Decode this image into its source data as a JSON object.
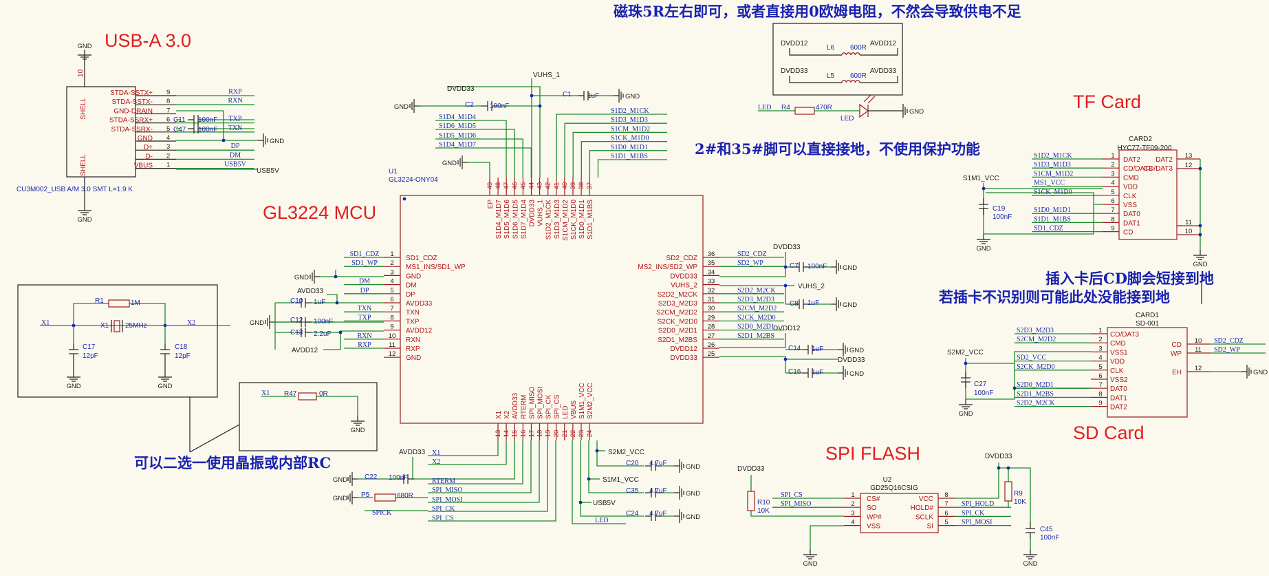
{
  "titles": {
    "usb": "USB-A 3.0",
    "mcu": "GL3224 MCU",
    "tf": "TF Card",
    "sd": "SD Card",
    "spi": "SPI FLASH"
  },
  "notes": {
    "bead": "磁珠5R左右即可，或者直接用0欧姆电阻，不然会导致供电不足",
    "pins": "2#和35#脚可以直接接地，不使用保护功能",
    "cd1": "插入卡后CD脚会短接到地",
    "cd2": "若插卡不识别则可能此处没能接到地",
    "xtal": "可以二选一使用晶振或内部RC"
  },
  "usb": {
    "footprint": "CU3M002_USB A/M 3.0 SMT L=1.9 K",
    "pins": [
      {
        "num": "9",
        "name": "STDA-SSTX+",
        "net": "RXP"
      },
      {
        "num": "8",
        "name": "STDA-SSTX-",
        "net": "RXN"
      },
      {
        "num": "7",
        "name": "GND-DRAIN",
        "net": ""
      },
      {
        "num": "6",
        "name": "STDA-SSRX+",
        "net": "TXP"
      },
      {
        "num": "5",
        "name": "STDA-SSRX-",
        "net": "TXN"
      },
      {
        "num": "4",
        "name": "GND",
        "net": ""
      },
      {
        "num": "3",
        "name": "D+",
        "net": "DP"
      },
      {
        "num": "2",
        "name": "D-",
        "net": "DM"
      },
      {
        "num": "1",
        "name": "VBUS",
        "net": "USB5V"
      }
    ],
    "shell": "SHELL",
    "pin10": "10",
    "gnd": "GND",
    "caps": [
      {
        "ref": "C11",
        "val": "100nF"
      },
      {
        "ref": "C47",
        "val": "100nF"
      }
    ]
  },
  "u1": {
    "ref": "U1",
    "part": "GL3224-ONY04",
    "left": [
      {
        "num": "1",
        "name": "SD1_CDZ",
        "net": "SD1_CDZ"
      },
      {
        "num": "2",
        "name": "MS1_INS/SD1_WP",
        "net": "SD1_WP"
      },
      {
        "num": "3",
        "name": "GND",
        "net": ""
      },
      {
        "num": "4",
        "name": "DM",
        "net": "DM"
      },
      {
        "num": "5",
        "name": "DP",
        "net": "DP"
      },
      {
        "num": "6",
        "name": "AVDD33",
        "net": ""
      },
      {
        "num": "7",
        "name": "TXN",
        "net": "TXN"
      },
      {
        "num": "8",
        "name": "TXP",
        "net": "TXP"
      },
      {
        "num": "9",
        "name": "AVDD12",
        "net": ""
      },
      {
        "num": "10",
        "name": "RXN",
        "net": "RXN"
      },
      {
        "num": "11",
        "name": "RXP",
        "net": "RXP"
      },
      {
        "num": "12",
        "name": "GND",
        "net": ""
      }
    ],
    "right": [
      {
        "num": "36",
        "name": "SD2_CDZ",
        "net": "SD2_CDZ"
      },
      {
        "num": "35",
        "name": "MS2_INS/SD2_WP",
        "net": "SD2_WP"
      },
      {
        "num": "34",
        "name": "DVDD33",
        "net": ""
      },
      {
        "num": "33",
        "name": "VUHS_2",
        "net": ""
      },
      {
        "num": "32",
        "name": "S2D2_M2CK",
        "net": "S2D2_M2CK"
      },
      {
        "num": "31",
        "name": "S2D3_M2D3",
        "net": "S2D3_M2D3"
      },
      {
        "num": "30",
        "name": "S2CM_M2D2",
        "net": "S2CM_M2D2"
      },
      {
        "num": "29",
        "name": "S2CK_M2D0",
        "net": "S2CK_M2D0"
      },
      {
        "num": "28",
        "name": "S2D0_M2D1",
        "net": "S2D0_M2D1"
      },
      {
        "num": "27",
        "name": "S2D1_M2BS",
        "net": "S2D1_M2BS"
      },
      {
        "num": "26",
        "name": "DVDD12",
        "net": ""
      },
      {
        "num": "25",
        "name": "DVDD33",
        "net": ""
      }
    ],
    "top": [
      {
        "num": "49",
        "name": "EP"
      },
      {
        "num": "48",
        "name": "S1D4_M1D7"
      },
      {
        "num": "47",
        "name": "S1D5_M1D6"
      },
      {
        "num": "46",
        "name": "S1D6_M1D5"
      },
      {
        "num": "45",
        "name": "S1D7_M1D4"
      },
      {
        "num": "44",
        "name": "DVDD33"
      },
      {
        "num": "43",
        "name": "VUHS_1"
      },
      {
        "num": "42",
        "name": "S1D2_M1CK"
      },
      {
        "num": "41",
        "name": "S1D3_M1D3"
      },
      {
        "num": "40",
        "name": "S1CM_M1D2"
      },
      {
        "num": "39",
        "name": "S1CK_M1D0"
      },
      {
        "num": "38",
        "name": "S1D0_M1D1"
      },
      {
        "num": "37",
        "name": "S1D1_M1BS"
      }
    ],
    "bottom": [
      {
        "num": "13",
        "name": "X1"
      },
      {
        "num": "14",
        "name": "X2"
      },
      {
        "num": "15",
        "name": "AVDD33"
      },
      {
        "num": "16",
        "name": "RTERM"
      },
      {
        "num": "17",
        "name": "SPI_MISO"
      },
      {
        "num": "18",
        "name": "SPI_MOSI"
      },
      {
        "num": "19",
        "name": "SPI_CK"
      },
      {
        "num": "20",
        "name": "SPI_CS"
      },
      {
        "num": "21",
        "name": "LED"
      },
      {
        "num": "22",
        "name": "VBUS"
      },
      {
        "num": "23",
        "name": "S1M1_VCC"
      },
      {
        "num": "24",
        "name": "S2M2_VCC"
      }
    ],
    "topnets_left": [
      "S1D4_M1D4",
      "S1D6_M1D5",
      "S1D5_M1D6",
      "S1D4_M1D7"
    ],
    "topnets_right": [
      "S1D2_M1CK",
      "S1D3_M1D3",
      "S1CM_M1D2",
      "S1CK_M1D0",
      "S1D0_M1D1",
      "S1D1_M1BS"
    ],
    "bottomnets": [
      "X1",
      "X2",
      "RTERM",
      "SPI_MISO",
      "SPI_MOSI",
      "SPI_CK",
      "SPI_CS",
      "LED"
    ]
  },
  "parts": {
    "C1": {
      "ref": "C1",
      "val": "1uF"
    },
    "C2": {
      "ref": "C2",
      "val": "100nF"
    },
    "C10": {
      "ref": "C10",
      "val": "1uF"
    },
    "C12": {
      "ref": "C12",
      "val": "100nF"
    },
    "C13": {
      "ref": "C13",
      "val": "2.2uF"
    },
    "C7": {
      "ref": "C7",
      "val": "100nF"
    },
    "C8": {
      "ref": "C8",
      "val": "1uF"
    },
    "C14": {
      "ref": "C14",
      "val": "1uF"
    },
    "C16": {
      "ref": "C16",
      "val": "1uF"
    },
    "C20": {
      "ref": "C20",
      "val": "4.7uF"
    },
    "C35": {
      "ref": "C35",
      "val": "4.7uF"
    },
    "C24": {
      "ref": "C24",
      "val": "4.7uF"
    },
    "C22": {
      "ref": "C22",
      "val": "100nF"
    },
    "P5": {
      "ref": "P5",
      "val": "680R"
    },
    "R1": {
      "ref": "R1",
      "val": "1M"
    },
    "X1": {
      "ref": "X1",
      "val": "25MHz"
    },
    "C17": {
      "ref": "C17",
      "val": "12pF"
    },
    "C18": {
      "ref": "C18",
      "val": "12pF"
    },
    "R47": {
      "ref": "R47",
      "val": "0R"
    },
    "L6": {
      "ref": "L6",
      "val": "600R"
    },
    "L5": {
      "ref": "L5",
      "val": "600R"
    },
    "R4": {
      "ref": "R4",
      "val": "470R"
    },
    "LED": {
      "ref": "LED"
    },
    "C19": {
      "ref": "C19",
      "val": "100nF"
    },
    "C27": {
      "ref": "C27",
      "val": "100nF"
    },
    "R10": {
      "ref": "R10",
      "val": "10K"
    },
    "R9": {
      "ref": "R9",
      "val": "10K"
    },
    "C45": {
      "ref": "C45",
      "val": "100nF"
    }
  },
  "nets": {
    "gnd": "GND",
    "dvdd33": "DVDD33",
    "dvdd12": "DVDD12",
    "avdd33": "AVDD33",
    "avdd12": "AVDD12",
    "vuhs1": "VUHS_1",
    "vuhs2": "VUHS_2",
    "s1m1": "S1M1_VCC",
    "s2m2": "S2M2_VCC",
    "usb5v": "USB5V",
    "spick": "SPICK",
    "led": "LED",
    "x1": "X1",
    "x2": "X2"
  },
  "card2": {
    "ref": "CARD2",
    "part": "HYC77-TF09-200",
    "pins": [
      {
        "num": "1",
        "name": "DAT2",
        "net": "S1D2_M1CK"
      },
      {
        "num": "2",
        "name": "CD/DAT3",
        "net": "S1D3_M1D3"
      },
      {
        "num": "3",
        "name": "CMD",
        "net": "S1CM_M1D2"
      },
      {
        "num": "4",
        "name": "VDD",
        "net": "MS1_VCC"
      },
      {
        "num": "5",
        "name": "CLK",
        "net": "S1CK_M1D0"
      },
      {
        "num": "6",
        "name": "VSS",
        "net": ""
      },
      {
        "num": "7",
        "name": "DAT0",
        "net": "S1D0_M1D1"
      },
      {
        "num": "8",
        "name": "DAT1",
        "net": "S1D1_M1BS"
      },
      {
        "num": "9",
        "name": "CD",
        "net": "SD1_CDZ"
      }
    ],
    "rpins": [
      "13",
      "12",
      "11",
      "10"
    ]
  },
  "card1": {
    "ref": "CARD1",
    "part": "SD-001",
    "pins": [
      {
        "num": "1",
        "name": "CD/DAT3",
        "net": "S2D3_M2D3"
      },
      {
        "num": "2",
        "name": "CMD",
        "net": "S2CM_M2D2"
      },
      {
        "num": "3",
        "name": "VSS1",
        "net": ""
      },
      {
        "num": "4",
        "name": "VDD",
        "net": "SD2_VCC"
      },
      {
        "num": "5",
        "name": "CLK",
        "net": "S2CK_M2D0"
      },
      {
        "num": "6",
        "name": "VSS2",
        "net": ""
      },
      {
        "num": "7",
        "name": "DAT0",
        "net": "S2D0_M2D1"
      },
      {
        "num": "8",
        "name": "DAT1",
        "net": "S2D1_M2BS"
      },
      {
        "num": "9",
        "name": "DAT2",
        "net": "S2D2_M2CK"
      }
    ],
    "rpins": [
      {
        "num": "10",
        "name": "CD",
        "net": "SD2_CDZ"
      },
      {
        "num": "11",
        "name": "WP",
        "net": "SD2_WP"
      },
      {
        "num": "12",
        "name": "EH",
        "net": "GND"
      }
    ]
  },
  "u2": {
    "ref": "U2",
    "part": "GD25Q16CSIG",
    "left": [
      {
        "num": "1",
        "name": "CS#",
        "net": "SPI_CS"
      },
      {
        "num": "2",
        "name": "SO",
        "net": "SPI_MISO"
      },
      {
        "num": "3",
        "name": "WP#",
        "net": ""
      },
      {
        "num": "4",
        "name": "VSS",
        "net": ""
      }
    ],
    "right": [
      {
        "num": "8",
        "name": "VCC",
        "net": ""
      },
      {
        "num": "7",
        "name": "HOLD#",
        "net": "SPI_HOLD"
      },
      {
        "num": "6",
        "name": "SCLK",
        "net": "SPI_CK"
      },
      {
        "num": "5",
        "name": "SI",
        "net": "SPI_MOSI"
      }
    ]
  },
  "led_net": "LED",
  "colors": {
    "bg": "#fbf8ee",
    "wire": "#1a8a2a",
    "part": "#9b1c1c",
    "net": "#1a2aa8",
    "title": "#e01e1e"
  }
}
